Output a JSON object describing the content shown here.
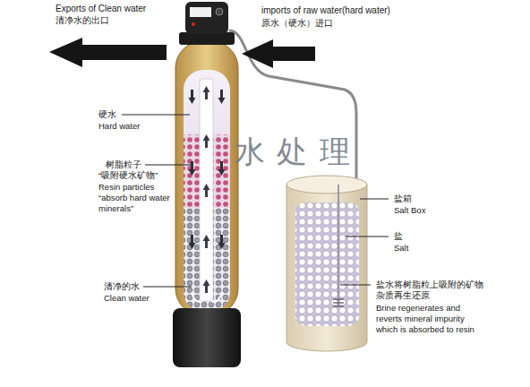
{
  "diagram": {
    "labels": [
      "Exports of Clean water",
      "清净水的出口",
      "imports of raw water(hard water)",
      "原水（硬水）进口",
      "硬水",
      "Hard water",
      "树脂粒子",
      "“吸附硬水矿物”",
      "Resin particles “absorb hard water minerals”",
      "清净的水",
      "Clean water",
      "盐箱",
      "Salt Box",
      "盐",
      "Salt",
      "盐水将树脂粒上吸附的矿物杂质再生还原",
      "Brine regenerates and reverts mineral impurity which is absorbed to resin",
      "水 处 理"
    ]
  }
}
